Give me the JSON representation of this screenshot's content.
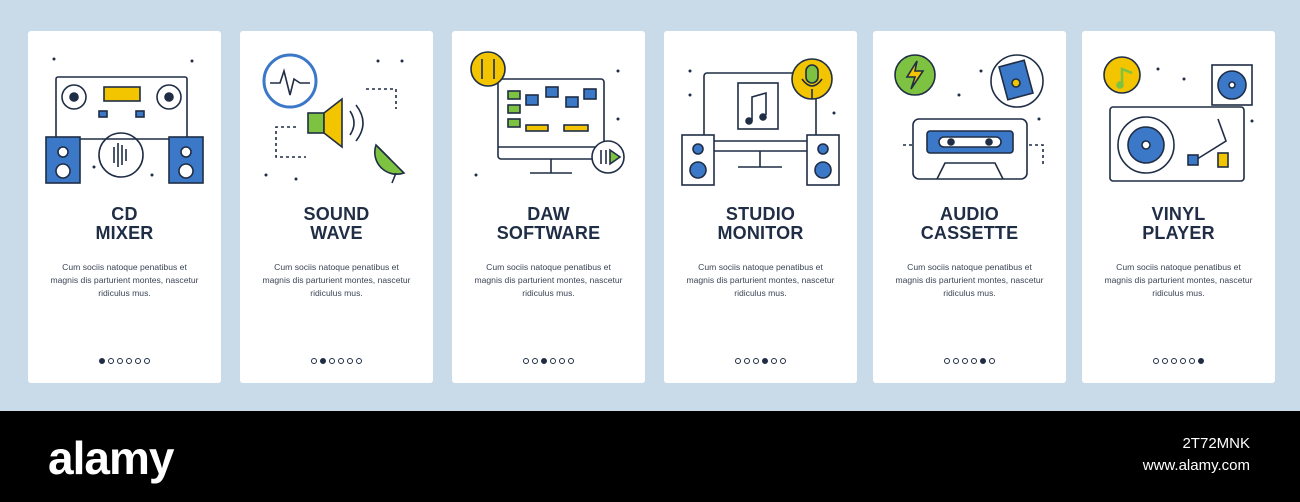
{
  "cards": [
    {
      "title_line1": "CD",
      "title_line2": "MIXER",
      "description": "Cum sociis natoque penatibus et magnis dis parturient montes, nascetur ridiculus mus.",
      "active_page": 1
    },
    {
      "title_line1": "SOUND",
      "title_line2": "WAVE",
      "description": "Cum sociis natoque penatibus et magnis dis parturient montes, nascetur ridiculus mus.",
      "active_page": 2
    },
    {
      "title_line1": "DAW",
      "title_line2": "SOFTWARE",
      "description": "Cum sociis natoque penatibus et magnis dis parturient montes, nascetur ridiculus mus.",
      "active_page": 3
    },
    {
      "title_line1": "STUDIO",
      "title_line2": "MONITOR",
      "description": "Cum sociis natoque penatibus et magnis dis parturient montes, nascetur ridiculus mus.",
      "active_page": 4
    },
    {
      "title_line1": "AUDIO",
      "title_line2": "CASSETTE",
      "description": "Cum sociis natoque penatibus et magnis dis parturient montes, nascetur ridiculus mus.",
      "active_page": 5
    },
    {
      "title_line1": "VINYL",
      "title_line2": "PLAYER",
      "description": "Cum sociis natoque penatibus et magnis dis parturient montes, nascetur ridiculus mus.",
      "active_page": 6
    }
  ],
  "pagination_total": 6,
  "icons": [
    "cd-mixer-icon",
    "sound-wave-icon",
    "daw-software-icon",
    "studio-monitor-icon",
    "audio-cassette-icon",
    "vinyl-player-icon"
  ],
  "colors": {
    "background": "#c9dbe9",
    "card": "#ffffff",
    "ink": "#1f2d45",
    "accent_blue": "#3c78c8",
    "accent_green": "#7ec242",
    "accent_yellow": "#f2c500"
  },
  "footer": {
    "logo": "alamy",
    "image_id": "2T72MNK",
    "site": "www.alamy.com"
  }
}
